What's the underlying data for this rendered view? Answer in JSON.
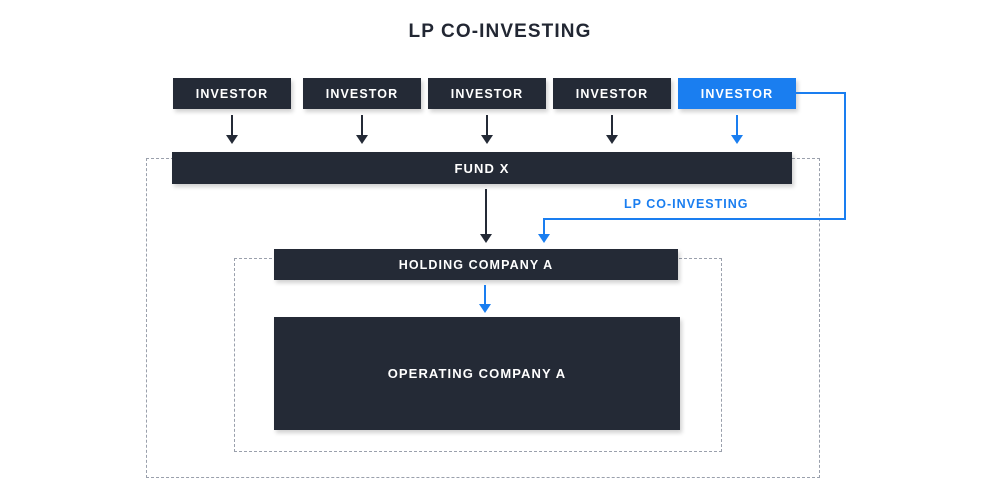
{
  "diagram": {
    "title": "LP CO-INVESTING",
    "investors": [
      {
        "label": "INVESTOR",
        "highlight": false
      },
      {
        "label": "INVESTOR",
        "highlight": false
      },
      {
        "label": "INVESTOR",
        "highlight": false
      },
      {
        "label": "INVESTOR",
        "highlight": false
      },
      {
        "label": "INVESTOR",
        "highlight": true
      }
    ],
    "fund": {
      "label": "FUND X"
    },
    "holding": {
      "label": "HOLDING COMPANY A"
    },
    "operating": {
      "label": "OPERATING COMPANY A"
    },
    "co_invest_flow": {
      "label": "LP CO-INVESTING"
    },
    "colors": {
      "dark": "#242a36",
      "accent_blue": "#1a7ef0",
      "dashed_border": "#9aa0ac",
      "background": "#ffffff",
      "title_text": "#222733"
    }
  }
}
